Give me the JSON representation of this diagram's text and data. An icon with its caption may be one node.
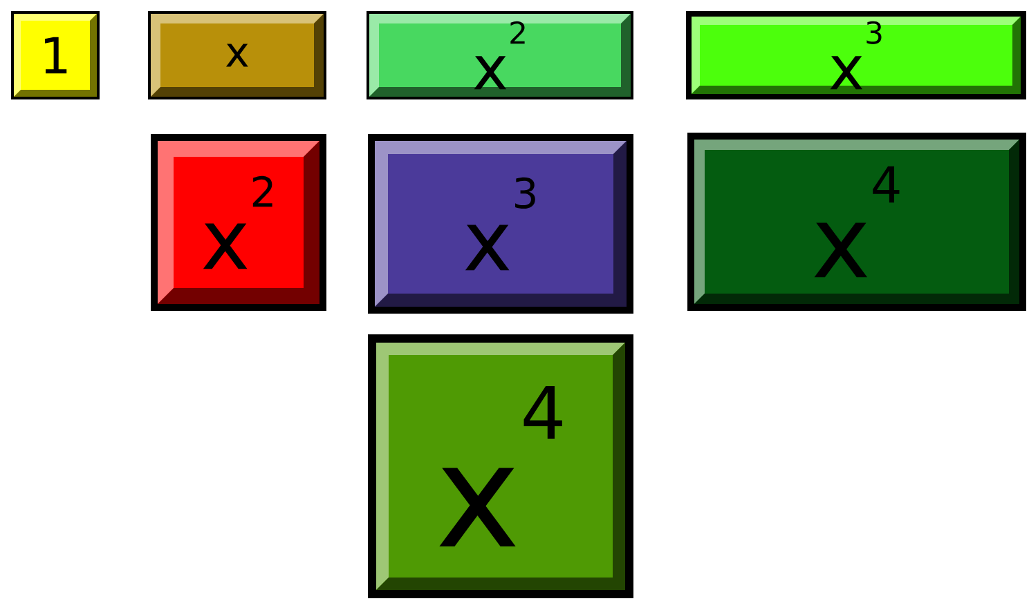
{
  "diagram": {
    "nodes": [
      {
        "text": [
          "1"
        ]
      },
      {
        "text": [
          "x"
        ]
      },
      {
        "text": [
          "x$^{2}$"
        ]
      },
      {
        "text": [
          "x$^{3}$"
        ]
      },
      {
        "text": [
          "x$^{2}$"
        ]
      },
      {
        "text": [
          "x$^{3}$"
        ]
      },
      {
        "text": [
          "x$^{4}$"
        ]
      },
      {
        "text": [
          "x$^{4}$"
        ]
      }
    ]
  }
}
